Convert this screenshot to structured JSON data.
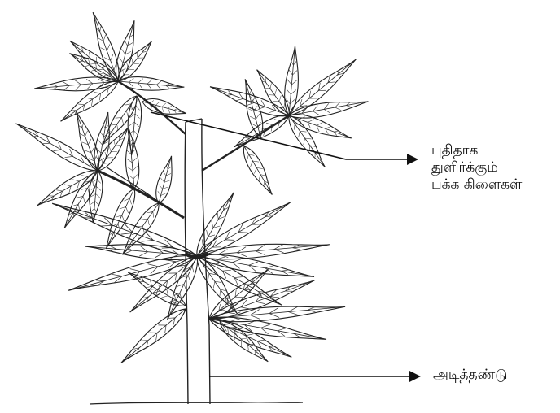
{
  "labels": {
    "side_branches": [
      "புதிதாக",
      "துளிர்க்கும்",
      "பக்க கிளைகள்"
    ],
    "main_stem": "அடித்தண்டு"
  },
  "colors": {
    "ink": "#222222",
    "background": "#ffffff"
  },
  "icons": [
    "arrow-right-icon",
    "leaf-icon"
  ]
}
